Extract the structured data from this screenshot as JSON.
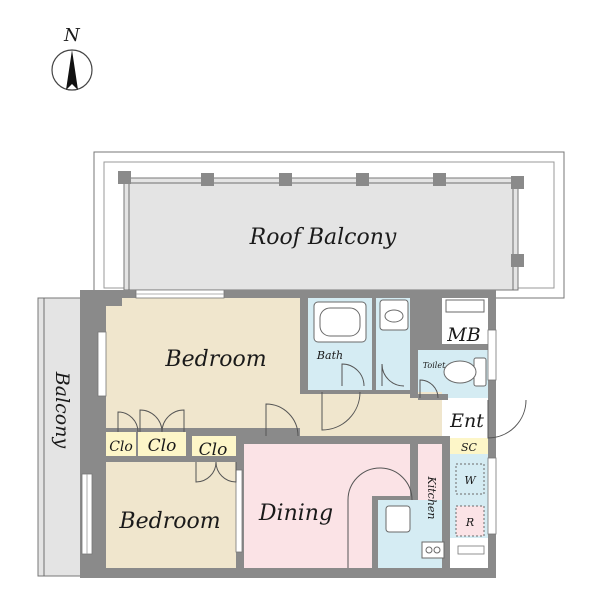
{
  "compass": {
    "label": "N"
  },
  "rooms": {
    "roof_balcony": "Roof Balcony",
    "balcony": "Balcony",
    "bedroom_top": "Bedroom",
    "bedroom_bottom": "Bedroom",
    "dining": "Dining",
    "kitchen": "Kitchen",
    "bath": "Bath",
    "toilet": "Toilet",
    "mb": "MB",
    "ent": "Ent",
    "sc": "SC",
    "clo_1": "Clo",
    "clo_2": "Clo",
    "clo_3": "Clo",
    "washer": "W",
    "fridge": "R"
  },
  "colors": {
    "wall": "#8a8a8a",
    "bedroom": "#f0e6cd",
    "dining": "#fbe3e6",
    "wet_area": "#d5ecf3",
    "balcony": "#e4e4e4",
    "closet": "#fdf6c8",
    "corridor": "#f0e6cd"
  }
}
